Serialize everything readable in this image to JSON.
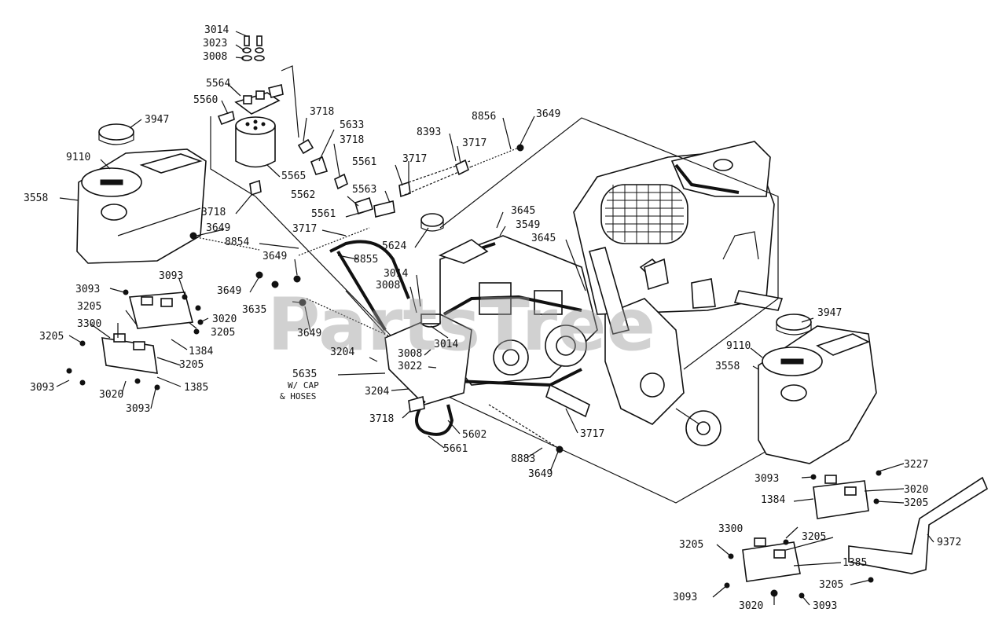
{
  "watermark": "PartsTree",
  "callouts": {
    "c3014_top": "3014",
    "c3023": "3023",
    "c3008_top": "3008",
    "c5564": "5564",
    "c5560": "5560",
    "c3947_left": "3947",
    "c9110_left": "9110",
    "c3558_left": "3558",
    "c5565": "5565",
    "c3718_a": "3718",
    "c5633": "5633",
    "c3718_b": "3718",
    "c8393": "8393",
    "c8856": "8856",
    "c3649_top": "3649",
    "c3717_a": "3717",
    "c5561_a": "5561",
    "c3717_b": "3717",
    "c5563": "5563",
    "c5562": "5562",
    "c5561_b": "5561",
    "c3717_c": "3717",
    "c3718_c": "3718",
    "c3649_a": "3649",
    "c8854": "8854",
    "c3645_a": "3645",
    "c3549": "3549",
    "c3645_b": "3645",
    "c5624": "5624",
    "c8855": "8855",
    "c3649_b": "3649",
    "c3649_c": "3649",
    "c3635": "3635",
    "c3649_d": "3649",
    "c3014_mid": "3014",
    "c3008_mid": "3008",
    "c3014_low": "3014",
    "c3093_a": "3093",
    "c3093_b": "3093",
    "c3205_a": "3205",
    "c3300_left": "3300",
    "c3020_a": "3020",
    "c3205_b": "3205",
    "c1384_left": "1384",
    "c3205_c": "3205",
    "c3205_d": "3205",
    "c3093_c": "3093",
    "c3020_b": "3020",
    "c3093_d": "3093",
    "c1385_left": "1385",
    "c3204_a": "3204",
    "c3008_low": "3008",
    "c3022": "3022",
    "c5635": "5635",
    "c5635_note1": "W/ CAP",
    "c5635_note2": "& HOSES",
    "c3204_b": "3204",
    "c3718_d": "3718",
    "c5602": "5602",
    "c5661": "5661",
    "c3717_d": "3717",
    "c8883": "8883",
    "c3649_e": "3649",
    "c3947_right": "3947",
    "c9110_right": "9110",
    "c3558_right": "3558",
    "c3227": "3227",
    "c3093_e": "3093",
    "c3020_c": "3020",
    "c1384_right": "1384",
    "c3205_e": "3205",
    "c3300_right": "3300",
    "c3205_f": "3205",
    "c9372": "9372",
    "c3205_g": "3205",
    "c1385_right": "1385",
    "c3205_h": "3205",
    "c3093_f": "3093",
    "c3020_d": "3020",
    "c3093_g": "3093"
  }
}
